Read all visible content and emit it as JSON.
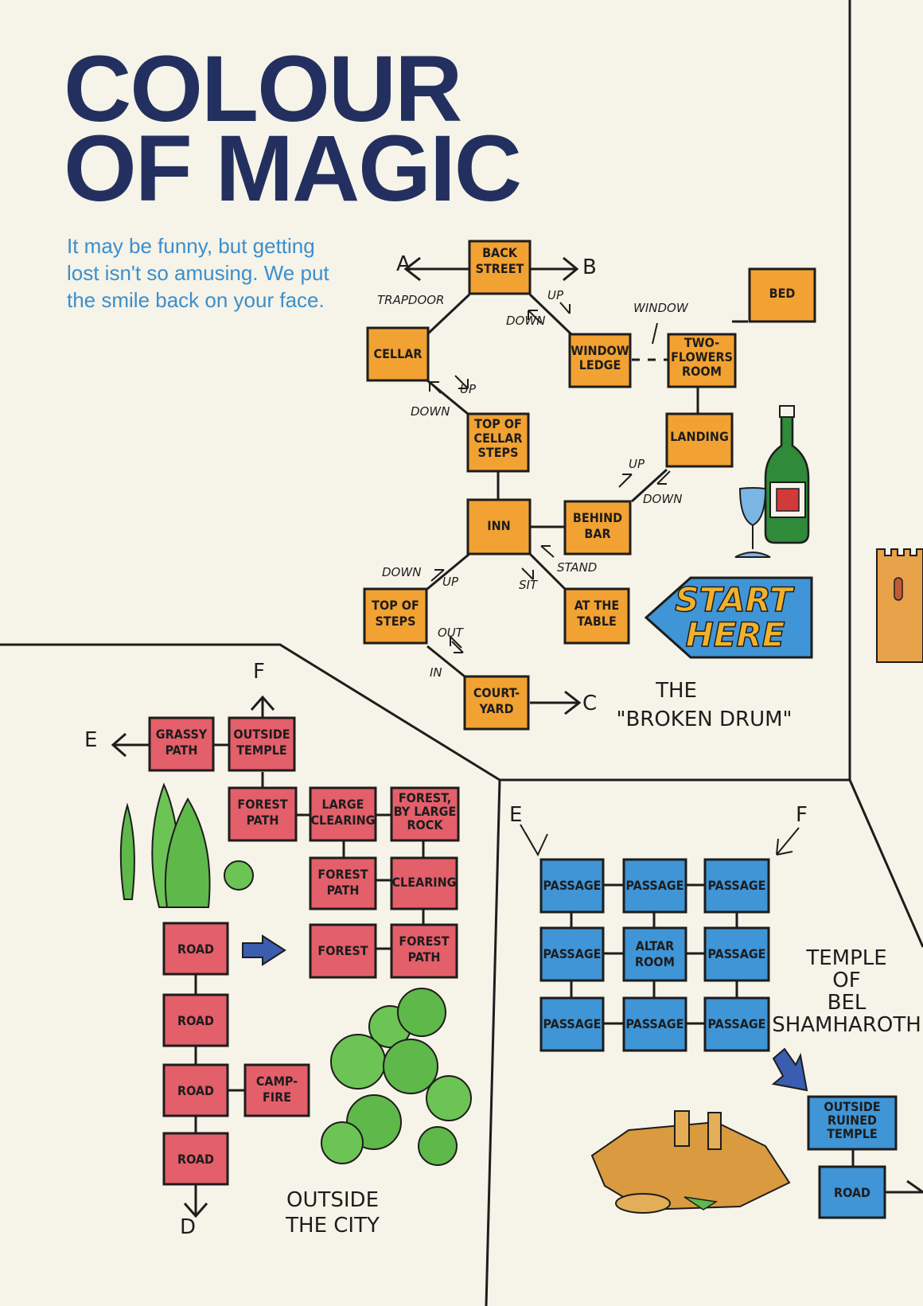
{
  "title_line1": "COLOUR",
  "title_line2": "OF MAGIC",
  "intro": "It may be funny, but getting lost isn't so amusing. We put the smile back on your face.",
  "colors": {
    "title": "#23305f",
    "intro": "#3b8fcd",
    "inn_rooms": "#f2a232",
    "outside_rooms": "#e35f6a",
    "temple_rooms": "#3f95d6",
    "background": "#f6f3e8"
  },
  "start_sign": [
    "START",
    "HERE"
  ],
  "regions": {
    "inn": [
      "THE",
      "\"BROKEN DRUM\""
    ],
    "outside": [
      "OUTSIDE",
      "THE CITY"
    ],
    "temple": [
      "TEMPLE",
      "OF",
      "BEL",
      "SHAMHAROTH"
    ]
  },
  "rooms": {
    "back_street": [
      "BACK",
      "STREET"
    ],
    "cellar": [
      "CELLAR"
    ],
    "window_ledge": [
      "WINDOW",
      "LEDGE"
    ],
    "bed": [
      "BED"
    ],
    "two_flowers_room": [
      "TWO-",
      "FLOWERS",
      "ROOM"
    ],
    "top_cellar_steps": [
      "TOP OF",
      "CELLAR",
      "STEPS"
    ],
    "landing": [
      "LANDING"
    ],
    "inn": [
      "INN"
    ],
    "behind_bar": [
      "BEHIND",
      "BAR"
    ],
    "top_of_steps": [
      "TOP OF",
      "STEPS"
    ],
    "at_the_table": [
      "AT THE",
      "TABLE"
    ],
    "courtyard": [
      "COURT-",
      "YARD"
    ],
    "grassy_path": [
      "GRASSY",
      "PATH"
    ],
    "outside_temple": [
      "OUTSIDE",
      "TEMPLE"
    ],
    "forest_path_1": [
      "FOREST",
      "PATH"
    ],
    "large_clearing": [
      "LARGE",
      "CLEARING"
    ],
    "forest_large_rock": [
      "FOREST,",
      "BY LARGE",
      "ROCK"
    ],
    "forest_path_2": [
      "FOREST",
      "PATH"
    ],
    "clearing": [
      "CLEARING"
    ],
    "road_1": [
      "ROAD"
    ],
    "forest": [
      "FOREST"
    ],
    "forest_path_3": [
      "FOREST",
      "PATH"
    ],
    "road_2": [
      "ROAD"
    ],
    "road_3": [
      "ROAD"
    ],
    "camp_fire": [
      "CAMP-",
      "FIRE"
    ],
    "road_4": [
      "ROAD"
    ],
    "passage_1": [
      "PASSAGE"
    ],
    "passage_2": [
      "PASSAGE"
    ],
    "passage_3": [
      "PASSAGE"
    ],
    "passage_4": [
      "PASSAGE"
    ],
    "altar_room": [
      "ALTAR",
      "ROOM"
    ],
    "passage_5": [
      "PASSAGE"
    ],
    "passage_6": [
      "PASSAGE"
    ],
    "passage_7": [
      "PASSAGE"
    ],
    "passage_8": [
      "PASSAGE"
    ],
    "outside_ruined_temple": [
      "OUTSIDE",
      "RUINED",
      "TEMPLE"
    ],
    "road_5": [
      "ROAD"
    ]
  },
  "exits": {
    "a": "A",
    "b": "B",
    "c": "C",
    "d": "D",
    "e_left": "E",
    "f_top": "F",
    "e_temple": "E",
    "f_temple": "F"
  },
  "directions": {
    "trapdoor": "TRAPDOOR",
    "window": "WINDOW",
    "up_backstreet": "UP",
    "down_backstreet": "DOWN",
    "up_cellar": "UP",
    "down_cellar": "DOWN",
    "up_landing": "UP",
    "down_landing": "DOWN",
    "down_steps": "DOWN",
    "up_steps": "UP",
    "sit": "SIT",
    "stand": "STAND",
    "out": "OUT",
    "in": "IN"
  }
}
